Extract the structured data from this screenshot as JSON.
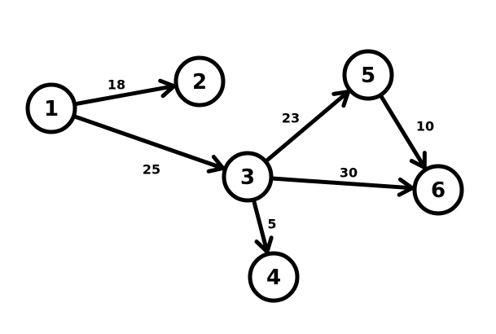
{
  "graph": {
    "nodes": [
      {
        "id": "1",
        "label": "1"
      },
      {
        "id": "2",
        "label": "2"
      },
      {
        "id": "3",
        "label": "3"
      },
      {
        "id": "4",
        "label": "4"
      },
      {
        "id": "5",
        "label": "5"
      },
      {
        "id": "6",
        "label": "6"
      }
    ],
    "edges": [
      {
        "from": "1",
        "to": "2",
        "weight": "18"
      },
      {
        "from": "1",
        "to": "3",
        "weight": "25"
      },
      {
        "from": "3",
        "to": "5",
        "weight": "23"
      },
      {
        "from": "3",
        "to": "6",
        "weight": "30"
      },
      {
        "from": "3",
        "to": "4",
        "weight": "5"
      },
      {
        "from": "5",
        "to": "6",
        "weight": "10"
      }
    ]
  },
  "colors": {
    "stroke": "#000000",
    "background": "#ffffff"
  }
}
